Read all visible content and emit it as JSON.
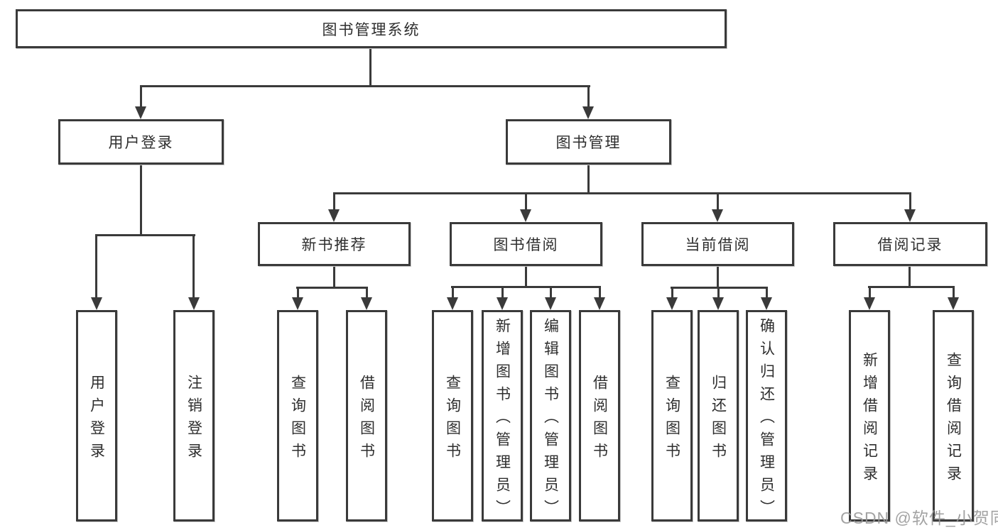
{
  "diagram": {
    "root": "图书管理系统",
    "branches": [
      {
        "label": "用户登录",
        "children": [
          "用户登录",
          "注销登录"
        ]
      },
      {
        "label": "图书管理",
        "children": [
          {
            "label": "新书推荐",
            "children": [
              "查询图书",
              "借阅图书"
            ]
          },
          {
            "label": "图书借阅",
            "children": [
              "查询图书",
              "新增图书（管理员）",
              "编辑图书（管理员）",
              "借阅图书"
            ]
          },
          {
            "label": "当前借阅",
            "children": [
              "查询图书",
              "归还图书",
              "确认归还（管理员）"
            ]
          },
          {
            "label": "借阅记录",
            "children": [
              "新增借阅记录",
              "查询借阅记录"
            ]
          }
        ]
      }
    ]
  },
  "watermark": {
    "text": "CSDN @软件_小贺同学"
  },
  "colors": {
    "line": "#3a3a3a",
    "box_border": "#3a3a3a",
    "text": "#2e2e2e",
    "watermark": "#969696"
  }
}
